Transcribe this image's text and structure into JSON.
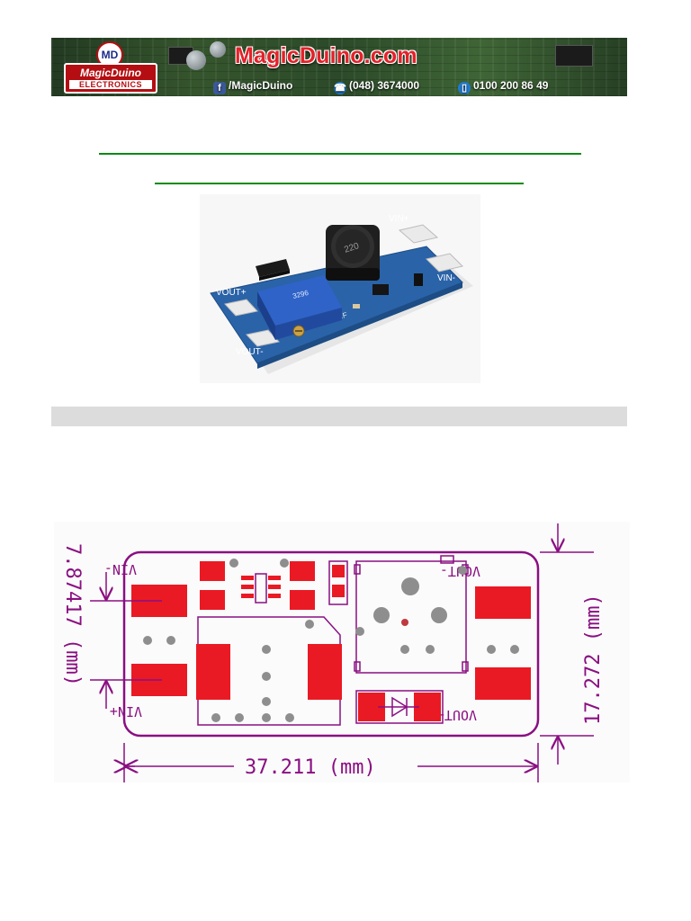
{
  "banner": {
    "logo_initials": "MD",
    "logo_name": "MagicDuino",
    "logo_sub": "ELECTRONICS",
    "site": "MagicDuino.com",
    "facebook": "/MagicDuino",
    "phone": "(048) 3674000",
    "mobile": "0100 200 86 49",
    "icons": [
      "facebook-icon",
      "phone-icon",
      "mobile-icon"
    ]
  },
  "photo": {
    "inductor_marking": "220",
    "trimmer_marking": "3296",
    "chip_marking": "B1F",
    "labels": {
      "vin_plus": "VIN+",
      "vin_minus": "VIN-",
      "vout_plus": "VOUT+",
      "vout_minus": "VOUT-"
    }
  },
  "drawing": {
    "pad_labels": {
      "vin_minus": "VIN-",
      "vin_plus": "VIN+",
      "vout_minus": "VOUT-",
      "vout_plus": "VOUT+"
    },
    "dim_width": "37.211 (mm)",
    "dim_height": "17.272 (mm)",
    "dim_pitch": "7.87417 (mm)",
    "colors": {
      "outline": "#8a0f82",
      "pad": "#ea1a24",
      "hole": "#8e8e8e"
    }
  }
}
